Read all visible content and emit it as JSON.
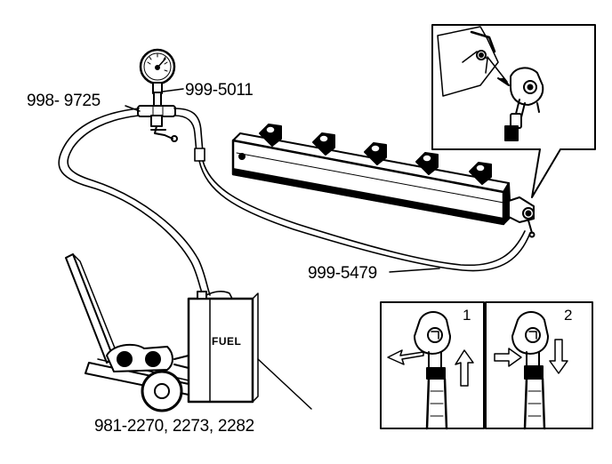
{
  "labels": {
    "tee_fitting": "998- 9725",
    "gauge_adapter": "999-5011",
    "hose": "999-5479",
    "fuel_can": "FUEL",
    "cart_parts": "981-2270,  2273,  2282"
  },
  "steps": {
    "step1": "1",
    "step2": "2"
  },
  "colors": {
    "ink": "#000000",
    "paper": "#ffffff"
  }
}
